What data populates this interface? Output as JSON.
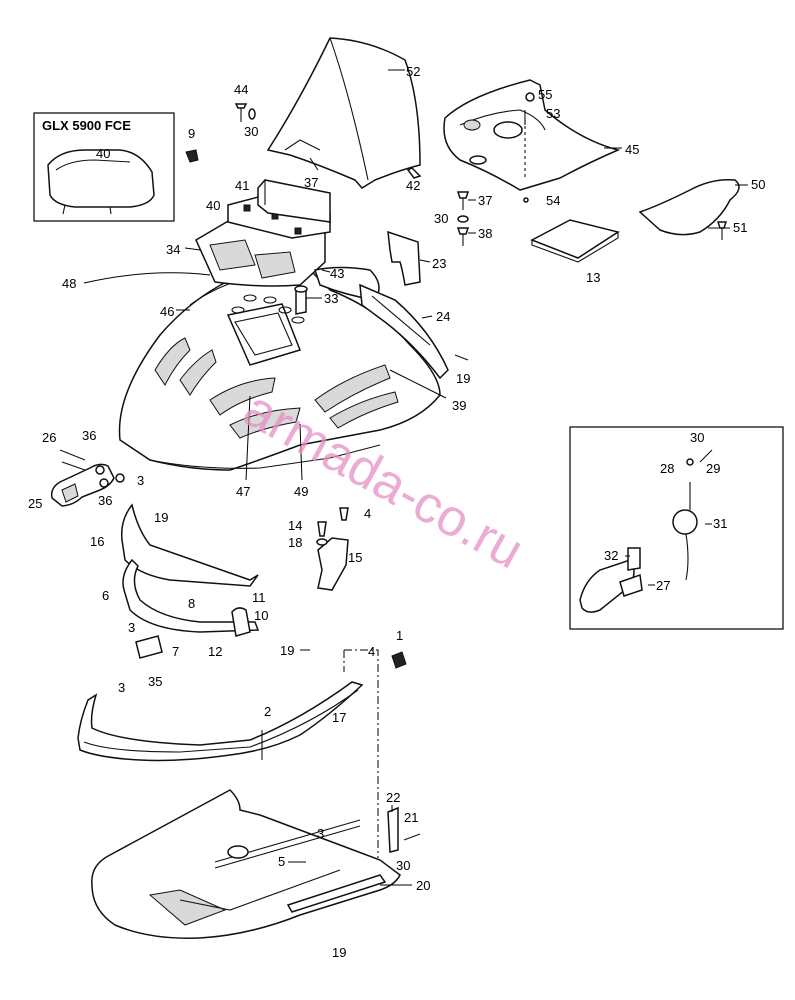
{
  "inset_title": "GLX 5900 FCE",
  "watermark": "armada-co.ru",
  "colors": {
    "line": "#111111",
    "watermark": "#e58fc3",
    "background": "#ffffff"
  },
  "callouts": {
    "c1": "1",
    "c2": "2",
    "c3a": "3",
    "c3b": "3",
    "c3c": "3",
    "c3d": "3",
    "c4a": "4",
    "c4b": "4",
    "c5": "5",
    "c6": "6",
    "c7": "7",
    "c8": "8",
    "c9": "9",
    "c10": "10",
    "c11": "11",
    "c12": "12",
    "c13": "13",
    "c14": "14",
    "c15": "15",
    "c16": "16",
    "c17": "17",
    "c18": "18",
    "c19a": "19",
    "c19b": "19",
    "c19c": "19",
    "c19d": "19",
    "c20": "20",
    "c21": "21",
    "c22": "22",
    "c23": "23",
    "c24": "24",
    "c25": "25",
    "c26": "26",
    "c27": "27",
    "c28": "28",
    "c29": "29",
    "c30a": "30",
    "c30b": "30",
    "c30c": "30",
    "c30d": "30",
    "c31": "31",
    "c32": "32",
    "c33": "33",
    "c34": "34",
    "c35": "35",
    "c36a": "36",
    "c36b": "36",
    "c37a": "37",
    "c37b": "37",
    "c38": "38",
    "c39": "39",
    "c40a": "40",
    "c40b": "40",
    "c41": "41",
    "c42": "42",
    "c43": "43",
    "c44": "44",
    "c45": "45",
    "c46": "46",
    "c47": "47",
    "c48": "48",
    "c49": "49",
    "c50": "50",
    "c51": "51",
    "c52": "52",
    "c53": "53",
    "c54": "54",
    "c55": "55"
  }
}
